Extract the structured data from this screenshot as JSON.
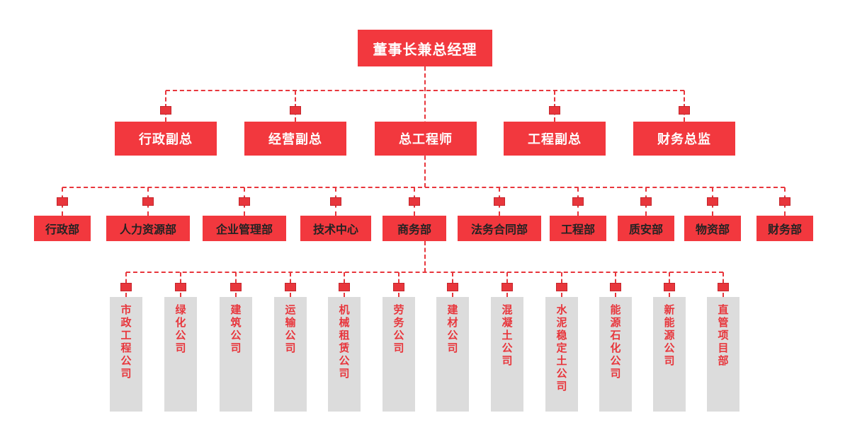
{
  "colors": {
    "background": "#ffffff",
    "node_fill": "#f2383e",
    "node_text": "#ffffff",
    "dept_text": "#232323",
    "line": "#e8363c",
    "company_fill": "#dcdcdc",
    "company_text": "#e8363c"
  },
  "org": {
    "root": {
      "label": "董事长兼总经理"
    },
    "executives": [
      {
        "label": "行政副总"
      },
      {
        "label": "经营副总"
      },
      {
        "label": "总工程师"
      },
      {
        "label": "工程副总"
      },
      {
        "label": "财务总监"
      }
    ],
    "departments": [
      {
        "label": "行政部"
      },
      {
        "label": "人力资源部"
      },
      {
        "label": "企业管理部"
      },
      {
        "label": "技术中心"
      },
      {
        "label": "商务部"
      },
      {
        "label": "法务合同部"
      },
      {
        "label": "工程部"
      },
      {
        "label": "质安部"
      },
      {
        "label": "物资部"
      },
      {
        "label": "财务部"
      }
    ],
    "companies": [
      {
        "label": "市政工程公司"
      },
      {
        "label": "绿化公司"
      },
      {
        "label": "建筑公司"
      },
      {
        "label": "运输公司"
      },
      {
        "label": "机械租赁公司"
      },
      {
        "label": "劳务公司"
      },
      {
        "label": "建材公司"
      },
      {
        "label": "混凝土公司"
      },
      {
        "label": "水泥稳定土公司"
      },
      {
        "label": "能源石化公司"
      },
      {
        "label": "新能源公司"
      },
      {
        "label": "直管项目部"
      }
    ]
  }
}
